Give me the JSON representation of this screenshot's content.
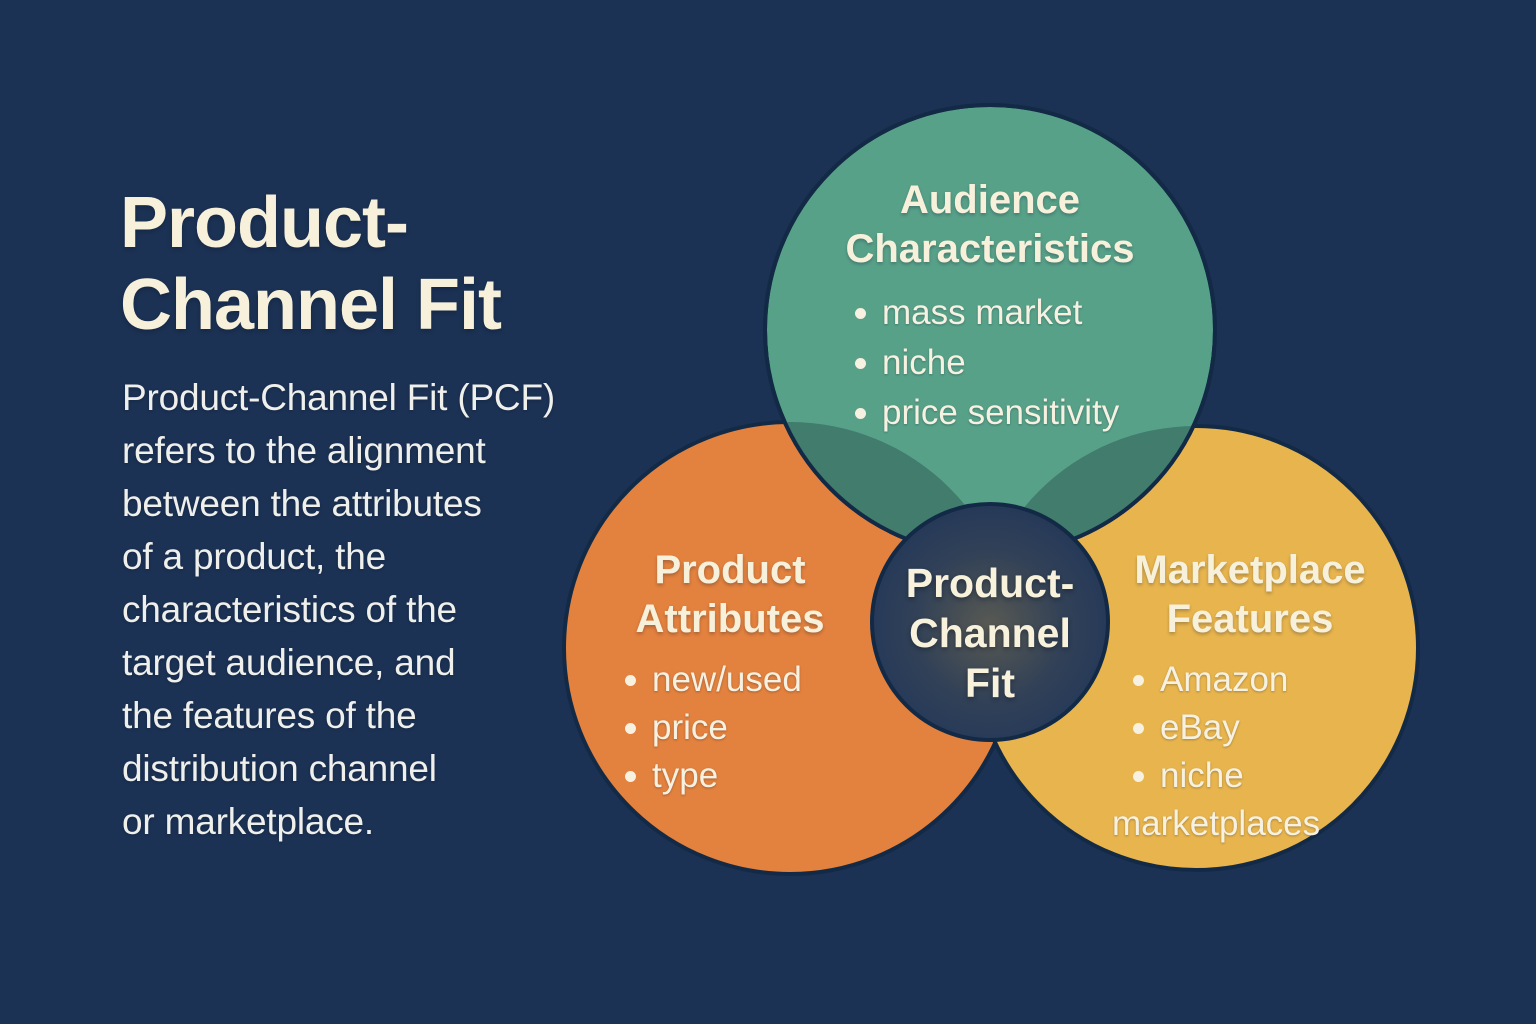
{
  "colors": {
    "background": "#1c3254",
    "outline": "#132a47",
    "audience_green": "#58a189",
    "overlap_green": "#417c6d",
    "product_orange": "#e3813e",
    "marketplace_yellow": "#e8b44d",
    "center_navy": "#223759",
    "center_glow": "#7a6f4e",
    "heading_text": "#f7f1dc",
    "body_text": "#eff0ec"
  },
  "sidebar": {
    "title": "Product-\nChannel Fit",
    "description": "Product-Channel Fit (PCF)\nrefers to the alignment\nbetween the attributes\nof a product, the\ncharacteristics of the\ntarget audience, and\nthe features of the\ndistribution channel\nor marketplace."
  },
  "venn": {
    "audience": {
      "heading": "Audience\nCharacteristics",
      "items": [
        "mass market",
        "niche",
        "price sensitivity"
      ]
    },
    "product": {
      "heading": "Product\nAttributes",
      "items": [
        "new/used",
        "price",
        "type"
      ]
    },
    "marketplace": {
      "heading": "Marketplace\nFeatures",
      "items": [
        "Amazon",
        "eBay",
        "niche\nmarketplaces"
      ]
    },
    "center": {
      "label": "Product-\nChannel\nFit"
    }
  }
}
